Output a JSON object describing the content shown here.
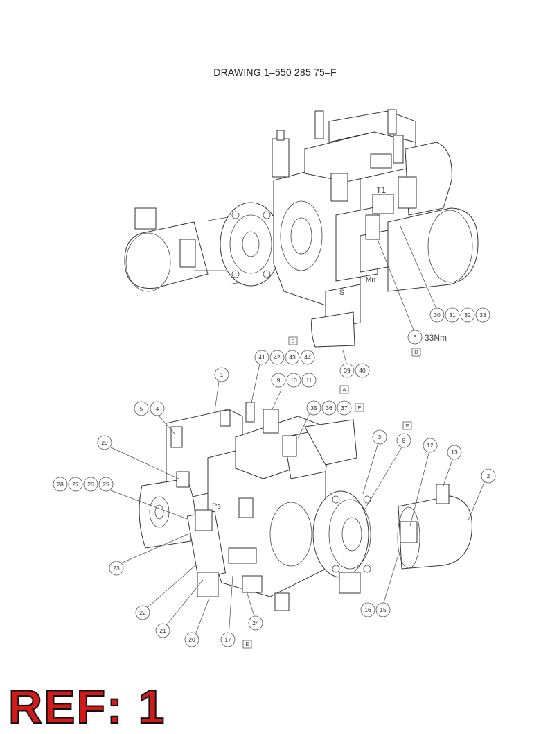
{
  "title": "DRAWING 1–550 285 75–F",
  "ref_label": "REF: 1",
  "top_markings": {
    "t1": "T1",
    "mn": "Mn",
    "s": "S",
    "torque": "33Nm"
  },
  "bottom_markings": {
    "ps": "Ps"
  },
  "view_labels": {
    "b": "B",
    "d": "D",
    "a": "A",
    "e1": "E",
    "f": "F",
    "e2": "E"
  },
  "callouts_top": [
    "30",
    "31",
    "32",
    "33",
    "6",
    "39",
    "40"
  ],
  "callouts_bottom": [
    "41",
    "42",
    "43",
    "44",
    "1",
    "9",
    "10",
    "11",
    "5",
    "4",
    "35",
    "36",
    "37",
    "3",
    "8",
    "12",
    "13",
    "29",
    "2",
    "28",
    "27",
    "26",
    "25",
    "23",
    "22",
    "21",
    "20",
    "17",
    "24",
    "16",
    "15"
  ],
  "colors": {
    "ref_text": "#d11a1a",
    "ref_outline": "#111111",
    "line": "#333333"
  }
}
